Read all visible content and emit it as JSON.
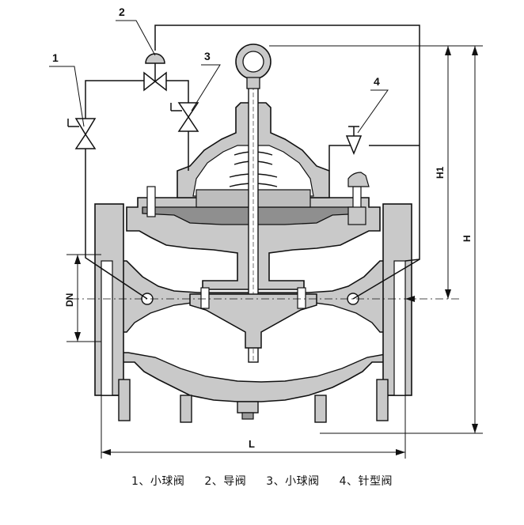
{
  "callouts": {
    "c1": "1",
    "c2": "2",
    "c3": "3",
    "c4": "4"
  },
  "dimensions": {
    "h1": "H1",
    "h": "H",
    "dn": "DN",
    "l": "L"
  },
  "caption": {
    "item1": "1、小球阀",
    "item2": "2、导阀",
    "item3": "3、小球阀",
    "item4": "4、针型阀"
  }
}
